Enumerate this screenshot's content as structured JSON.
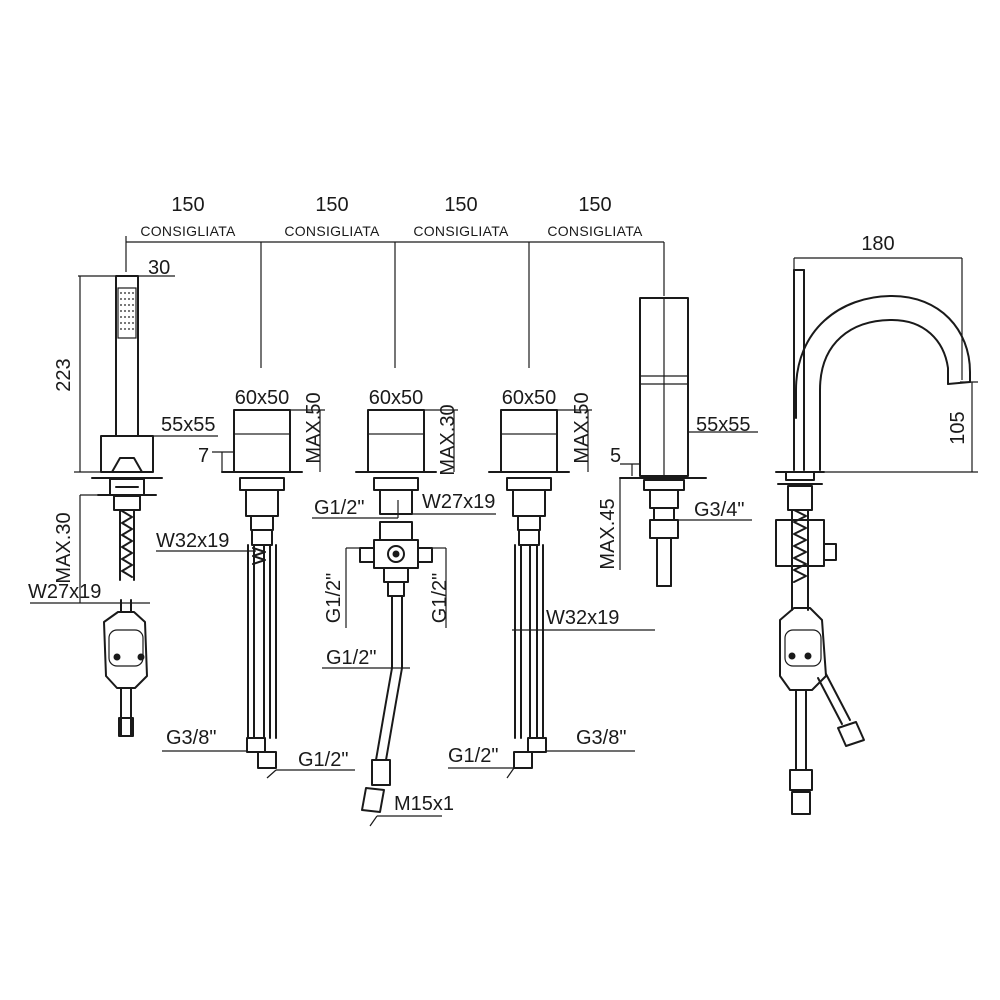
{
  "labels": {
    "spacing_value": "150",
    "spacing_note": "CONSIGLIATA",
    "spout_reach": "180",
    "spout_height": "105",
    "handshower_width": "30",
    "handshower_height": "223",
    "handshower_base": "55x55",
    "handshower_max": "MAX.30",
    "handshower_nut": "W27x19",
    "handle_size": "60x50",
    "handle_max_left": "MAX.50",
    "handle_max_mid": "MAX.30",
    "handle_max_right": "MAX.50",
    "handle_gap": "7",
    "left_valve_nut": "W32x19",
    "mid_inlet_top": "G1/2\"",
    "mid_nut": "W27x19",
    "mid_side_left": "G1/2\"",
    "mid_side_right": "G1/2\"",
    "mid_bottom": "G1/2\"",
    "mid_hose_end": "M15x1",
    "left_hose_g38": "G3/8\"",
    "left_hose_g12": "G1/2\"",
    "right_valve_nut": "W32x19",
    "right_hose_g12": "G1/2\"",
    "right_hose_g38": "G3/8\"",
    "spout_base": "55x55",
    "spout_gap": "5",
    "spout_max": "MAX.45",
    "spout_thread": "G3/4\""
  }
}
